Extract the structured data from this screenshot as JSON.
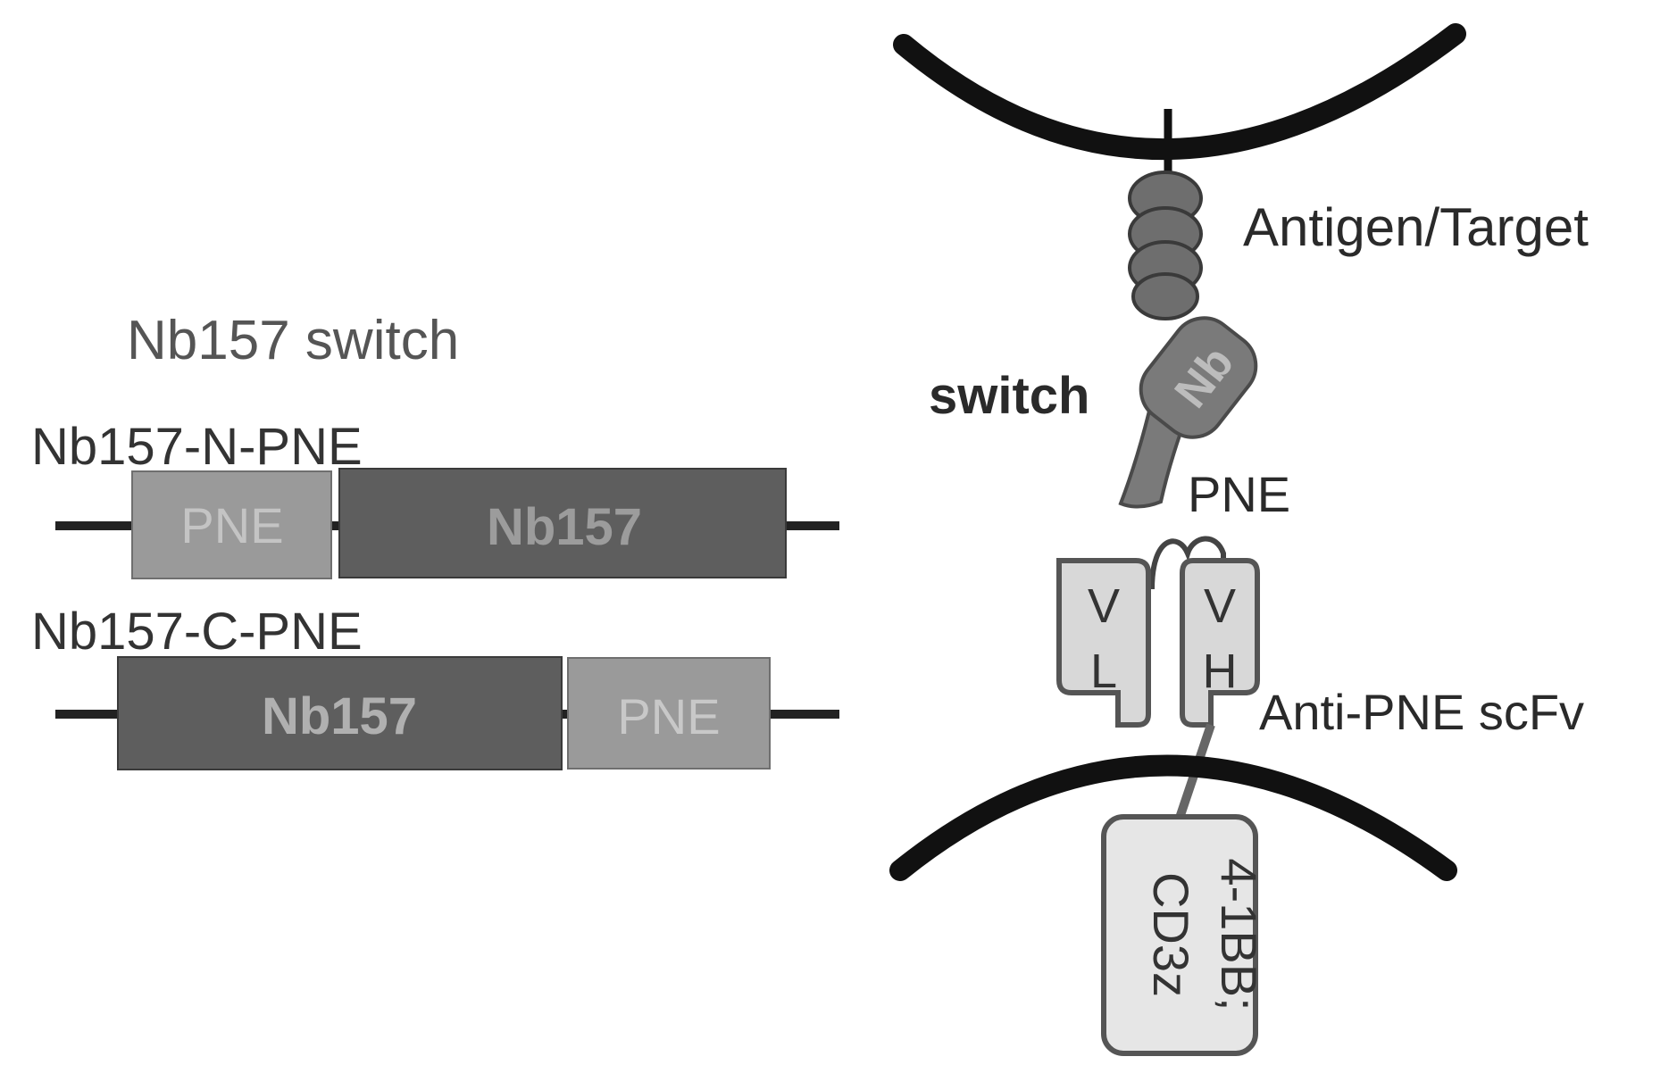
{
  "left_panel": {
    "title": "Nb157 switch",
    "constructs": [
      {
        "name": "Nb157-N-PNE",
        "domains": [
          "PNE",
          "Nb157"
        ]
      },
      {
        "name": "Nb157-C-PNE",
        "domains": [
          "Nb157",
          "PNE"
        ]
      }
    ]
  },
  "right_panel": {
    "antigen_label": "Antigen/Target",
    "switch_label": "switch",
    "nb_label": "Nb",
    "pne_label": "PNE",
    "vl_letters": [
      "V",
      "L"
    ],
    "vh_letters": [
      "V",
      "H"
    ],
    "scfv_label": "Anti-PNE scFv",
    "signaling_lines": [
      "4-1BB;",
      "CD3z"
    ]
  },
  "colors": {
    "pne_box": "#9a9a9a",
    "nb157_box": "#5e5e5e",
    "membrane": "#111111",
    "antigen": "#6e6e6e",
    "switch_body": "#7a7a7a",
    "scfv_fill": "#d8d8d8",
    "signal_fill": "#e6e6e6",
    "label_dark": "#2a2a2a",
    "label_light": "#6a6a6a"
  }
}
